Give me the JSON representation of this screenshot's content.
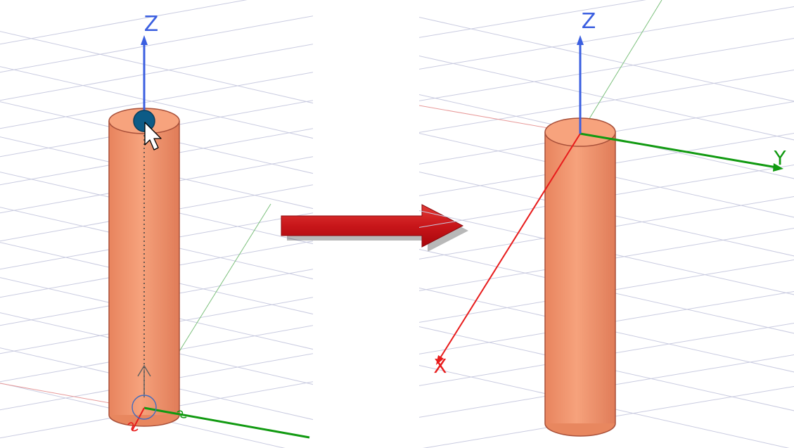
{
  "left_view": {
    "axis_labels": {
      "z": "Z"
    }
  },
  "right_view": {
    "axis_labels": {
      "z": "Z",
      "y": "Y",
      "x": "X"
    }
  },
  "colors": {
    "grid": "#c9cbe0",
    "cylinder_fill": "#f39a72",
    "cylinder_edge": "#a8503a",
    "axis_z": "#3b5fe0",
    "axis_y": "#119a11",
    "axis_x": "#e81c1c",
    "arrow": "#c8161a"
  }
}
